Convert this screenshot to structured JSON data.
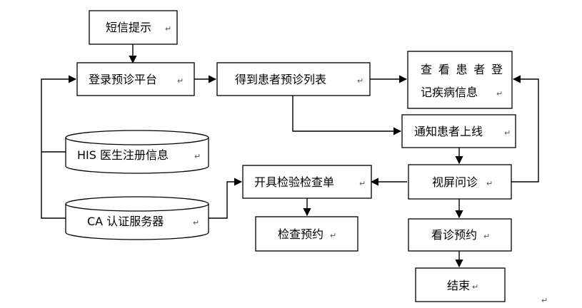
{
  "nodes": {
    "sms_prompt": "短信提示",
    "login_platform": "登录预诊平台",
    "patient_list": "得到患者预诊列表",
    "view_info_line1": "查看患者登",
    "view_info_line2": "记疾病信息",
    "notify_online": "通知患者上线",
    "video_consult": "视屏问诊",
    "issue_exam": "开具检验检查单",
    "exam_booking": "检查预约",
    "consult_booking": "看诊预约",
    "end": "结束",
    "his_db": "HIS 医生注册信息",
    "ca_server": "CA 认证服务器"
  },
  "paragraph_mark": "↵"
}
